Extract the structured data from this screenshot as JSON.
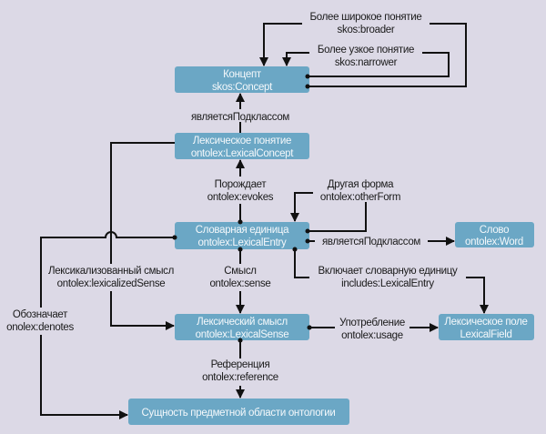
{
  "nodes": {
    "concept": {
      "ru": "Концепт",
      "id": "skos:Concept"
    },
    "lexical_concept": {
      "ru": "Лексическое понятие",
      "id": "ontolex:LexicalConcept"
    },
    "lexical_entry": {
      "ru": "Словарная единица",
      "id": "ontolex:LexicalEntry"
    },
    "word": {
      "ru": "Слово",
      "id": "ontolex:Word"
    },
    "lexical_sense": {
      "ru": "Лексический смысл",
      "id": "ontolex:LexicalSense"
    },
    "lexical_field": {
      "ru": "Лексическое поле",
      "id": "LexicalField"
    },
    "entity": {
      "ru": "Сущность предметной области онтологии"
    }
  },
  "edges": {
    "broader": {
      "ru": "Более широкое понятие",
      "id": "skos:broader"
    },
    "narrower": {
      "ru": "Более узкое понятие",
      "id": "skos:narrower"
    },
    "subclass_concept": {
      "ru": "являетсяПодклассом"
    },
    "evokes": {
      "ru": "Порождает",
      "id": "ontolex:evokes"
    },
    "other_form": {
      "ru": "Другая форма",
      "id": "ontolex:otherForm"
    },
    "subclass_word": {
      "ru": "являетсяПодклассом"
    },
    "includes": {
      "ru": "Включает словарную единицу",
      "id": "includes:LexicalEntry"
    },
    "sense": {
      "ru": "Смысл",
      "id": "ontolex:sense"
    },
    "lexicalized_sense": {
      "ru": "Лексикализованный смысл",
      "id": "ontolex:lexicalizedSense"
    },
    "denotes": {
      "ru": "Обозначает",
      "id": "onolex:denotes"
    },
    "usage": {
      "ru": "Употребление",
      "id": "ontolex:usage"
    },
    "reference": {
      "ru": "Референция",
      "id": "ontolex:reference"
    }
  },
  "colors": {
    "background": "#dcd9e6",
    "node": "#6ba7c5",
    "node_text": "#f4f8fb",
    "line": "#111111"
  }
}
